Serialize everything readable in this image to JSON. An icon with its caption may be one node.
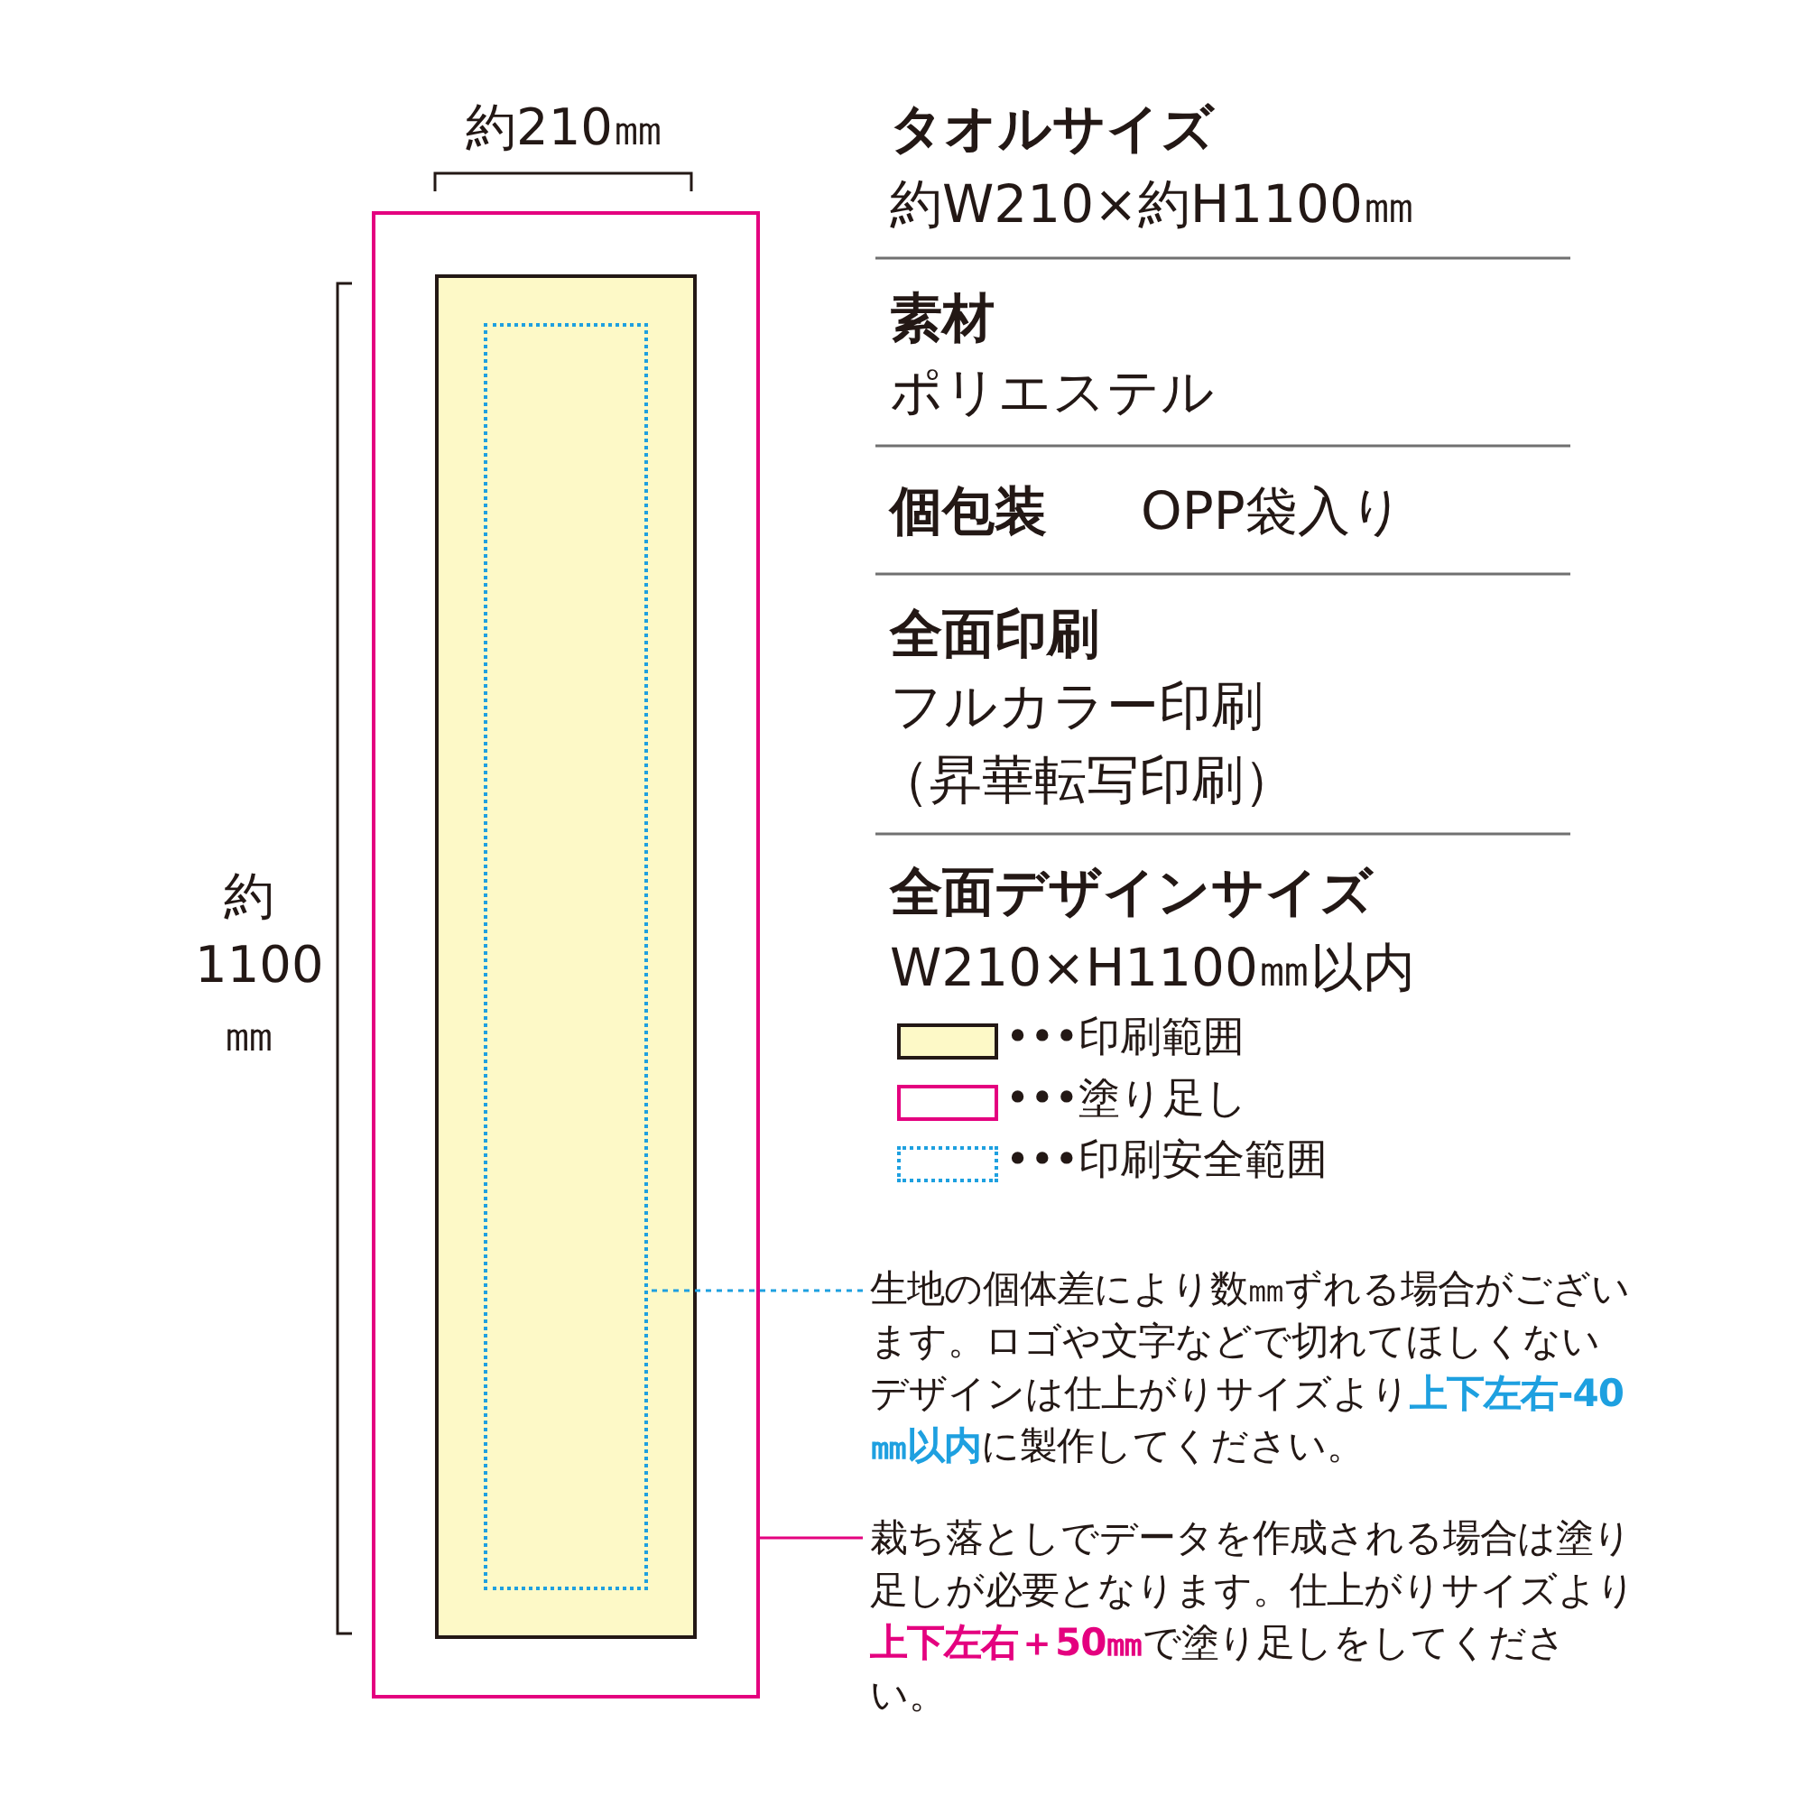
{
  "diagram": {
    "nodes": [
      {
        "text": [],
        "shape": "box"
      },
      {
        "text": [],
        "shape": "box",
        "in": 0
      },
      {
        "text": [],
        "shape": "box",
        "in": 1
      },
      {
        "text": [
          "生地の個体差により数㎜ずれる場合がございます。ロゴや文字などで切れてほしくないデザインは仕上がりサイズより**上下左右-40㎜以内**に製作してください。"
        ]
      },
      {
        "text": [
          "裁ち落としでデータを作成される場合は塗り足しが必要となります。仕上がりサイズより**上下左右＋50㎜**で塗り足しをしてください。"
        ]
      }
    ],
    "edges": [
      {
        "from": 3,
        "to": 2,
        "arrow": "none",
        "style": "dashed",
        "color": "#1ea0e0"
      },
      {
        "from": 4,
        "to": 0,
        "arrow": "none",
        "color": "#e4007f"
      }
    ],
    "labels": [
      "約210㎜",
      "約1100㎜",
      "タオルサイズ",
      "約W210×約H1100㎜",
      "素材",
      "ポリエステル",
      "個包装",
      "OPP袋入り",
      "全面印刷",
      "フルカラー印刷",
      "（昇華転写印刷）",
      "全面デザインサイズ",
      "W210×H1100㎜以内"
    ],
    "legend": [
      {
        "text": "•••印刷範囲",
        "color": "#fdf9c7"
      },
      {
        "text": "•••塗り足し"
      },
      {
        "text": "•••印刷安全範囲"
      }
    ]
  }
}
